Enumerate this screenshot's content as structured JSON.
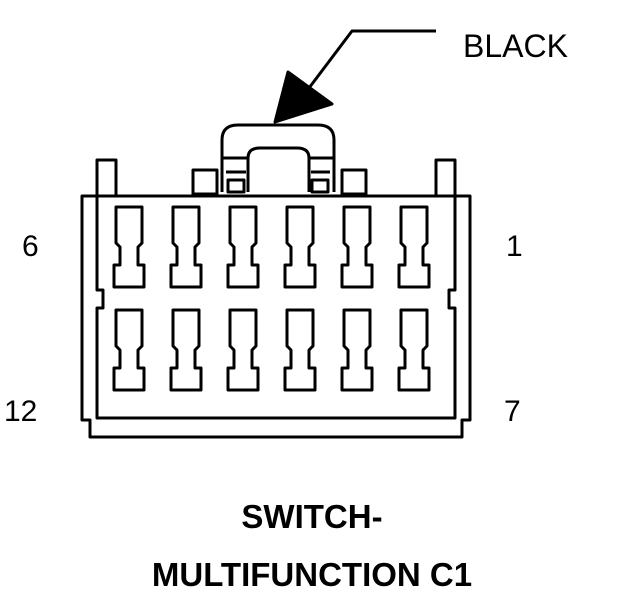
{
  "connector": {
    "color_label": "BLACK",
    "pin_labels": {
      "top_left": "6",
      "top_right": "1",
      "bottom_left": "12",
      "bottom_right": "7"
    },
    "rows": 2,
    "cavities_per_row": 6,
    "title_line1": "SWITCH-",
    "title_line2": "MULTIFUNCTION C1"
  },
  "colors": {
    "line": "#000000",
    "background": "#ffffff"
  }
}
